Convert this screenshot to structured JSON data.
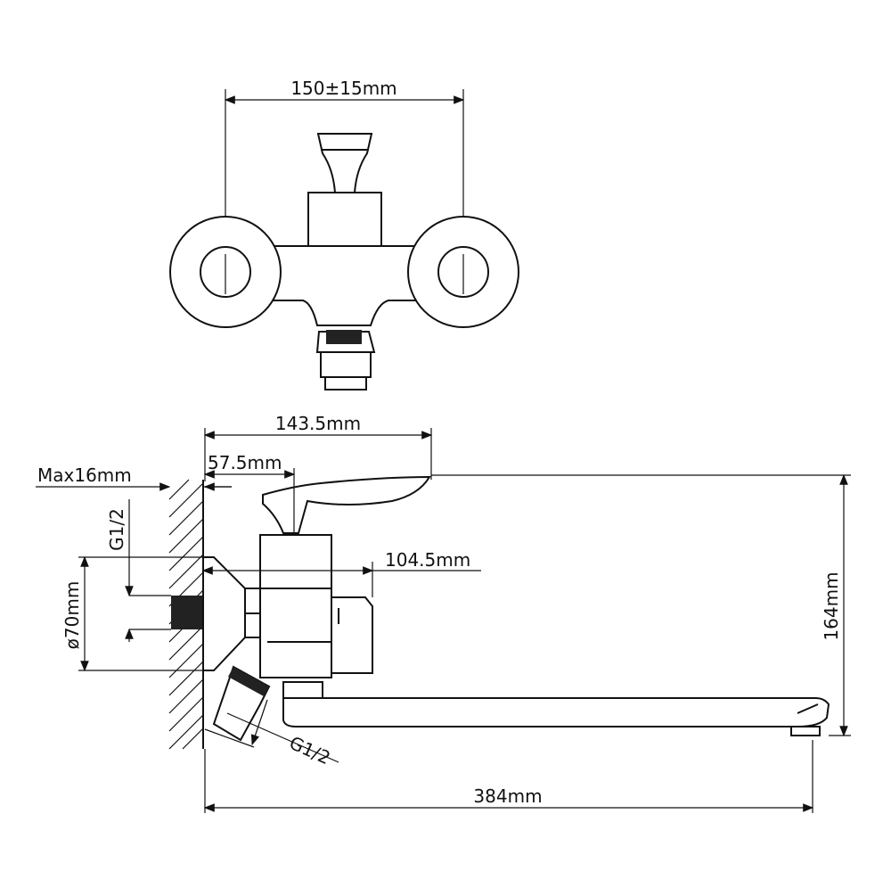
{
  "dimensions": {
    "top_center_distance": "150±15mm",
    "spout_reach_top": "143.5mm",
    "handle_offset": "57.5mm",
    "max_wall": "Max16mm",
    "body_depth": "104.5mm",
    "overall_height": "164mm",
    "overall_length": "384mm",
    "flange_diameter": "ø70mm",
    "thread_inlet": "G1/2",
    "thread_outlet": "G1/2"
  }
}
